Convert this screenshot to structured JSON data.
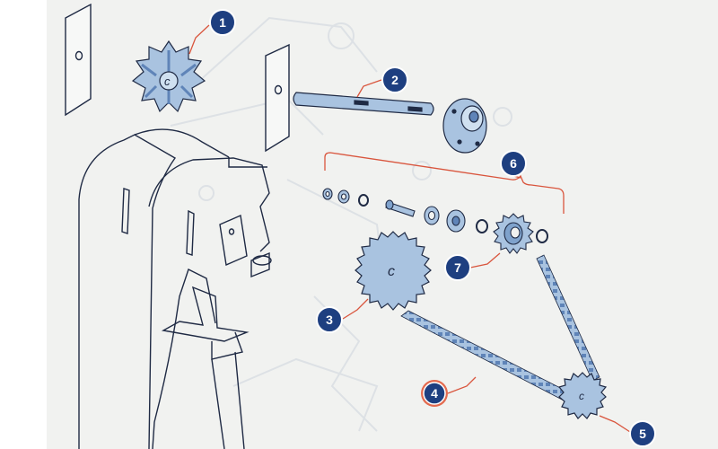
{
  "colors": {
    "paper": "#f1f2f0",
    "line": "#1f2a44",
    "part_fill": "#a9c3e0",
    "part_fill_dark": "#7fa2cc",
    "callout_fill": "#1e3f80",
    "callout_ring": "#e36a4f",
    "leader": "#d9553d",
    "faint": "#dfe3e6"
  },
  "callouts": [
    {
      "number": "1",
      "part_icon": "cam-sprocket-icon"
    },
    {
      "number": "2",
      "part_icon": "shaft-icon"
    },
    {
      "number": "3",
      "part_icon": "large-sprocket-icon"
    },
    {
      "number": "4",
      "part_icon": "chain-icon",
      "highlighted": true
    },
    {
      "number": "5",
      "part_icon": "small-sprocket-icon"
    },
    {
      "number": "6",
      "part_icon": "bracket-hardware-group-icon"
    },
    {
      "number": "7",
      "part_icon": "idler-sprocket-icon"
    }
  ]
}
